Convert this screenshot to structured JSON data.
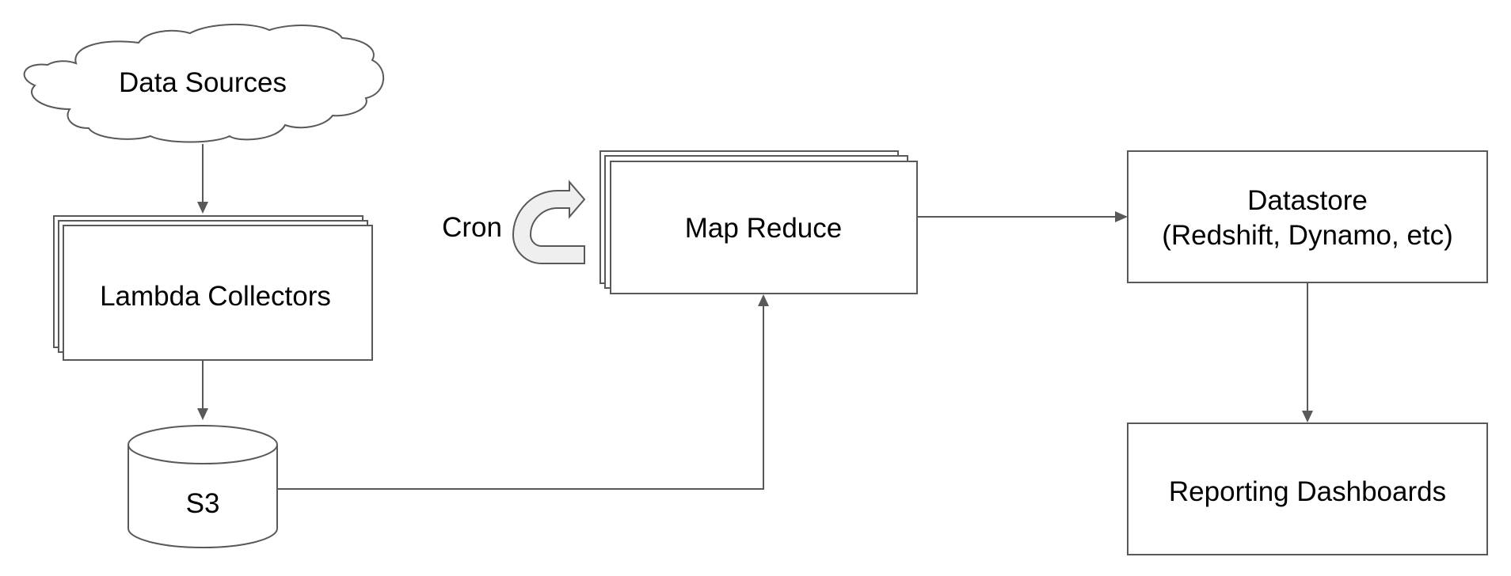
{
  "diagram": {
    "nodes": {
      "data_sources": {
        "label": "Data Sources",
        "shape": "cloud"
      },
      "lambda_collectors": {
        "label": "Lambda Collectors",
        "shape": "stacked-rectangle"
      },
      "s3": {
        "label": "S3",
        "shape": "cylinder"
      },
      "map_reduce": {
        "label": "Map Reduce",
        "shape": "stacked-rectangle"
      },
      "cron": {
        "label": "Cron",
        "icon": "u-turn-arrow-icon"
      },
      "datastore": {
        "label_line1": "Datastore",
        "label_line2": "(Redshift, Dynamo, etc)",
        "shape": "rectangle"
      },
      "reporting_dashboards": {
        "label": "Reporting Dashboards",
        "shape": "rectangle"
      }
    },
    "edges": [
      {
        "from": "data_sources",
        "to": "lambda_collectors"
      },
      {
        "from": "lambda_collectors",
        "to": "s3"
      },
      {
        "from": "s3",
        "to": "map_reduce"
      },
      {
        "from": "map_reduce",
        "to": "datastore"
      },
      {
        "from": "datastore",
        "to": "reporting_dashboards"
      }
    ],
    "colors": {
      "stroke": "#595959",
      "fill": "#ffffff",
      "text": "#000000",
      "cron_arrow_fill": "#efefef"
    }
  }
}
